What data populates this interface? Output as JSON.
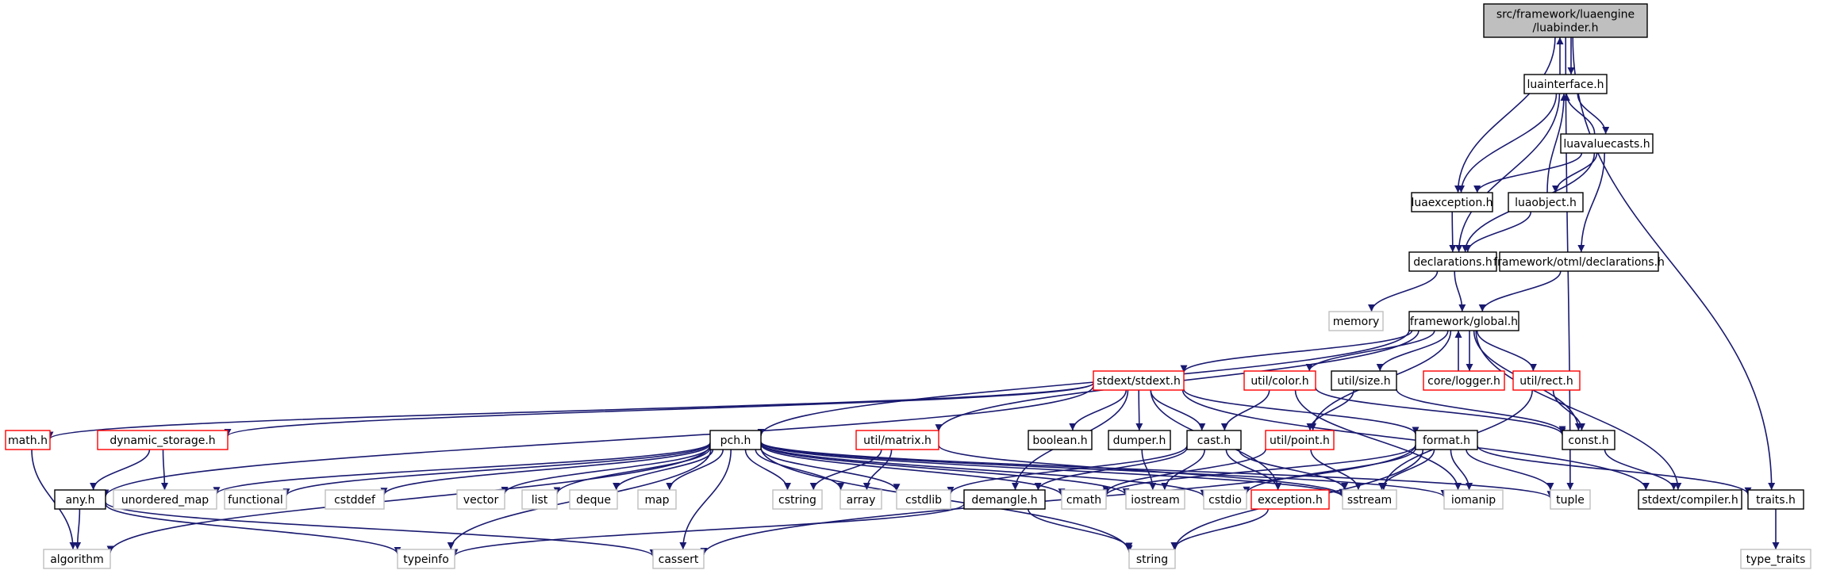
{
  "colors": {
    "edge": "#191970",
    "normal_border": "#000000",
    "truncated_border": "#ff0000",
    "external_border": "#bfbfbf",
    "root_fill": "#bfbfbf",
    "text": "#000000",
    "external_text": "#000000"
  },
  "nodes": [
    {
      "id": "luabinder",
      "lines": [
        "src/framework/luaengine",
        "/luabinder.h"
      ],
      "kind": "root"
    },
    {
      "id": "luainterface",
      "lines": [
        "luainterface.h"
      ],
      "kind": "normal"
    },
    {
      "id": "luavaluecasts",
      "lines": [
        "luavaluecasts.h"
      ],
      "kind": "normal"
    },
    {
      "id": "luaexception",
      "lines": [
        "luaexception.h"
      ],
      "kind": "normal"
    },
    {
      "id": "luaobject",
      "lines": [
        "luaobject.h"
      ],
      "kind": "normal"
    },
    {
      "id": "declarations",
      "lines": [
        "declarations.h"
      ],
      "kind": "normal"
    },
    {
      "id": "otmldecl",
      "lines": [
        "framework/otml/declarations.h"
      ],
      "kind": "normal"
    },
    {
      "id": "memory",
      "lines": [
        "memory"
      ],
      "kind": "external"
    },
    {
      "id": "global",
      "lines": [
        "framework/global.h"
      ],
      "kind": "normal"
    },
    {
      "id": "stdext",
      "lines": [
        "stdext/stdext.h"
      ],
      "kind": "truncated"
    },
    {
      "id": "color",
      "lines": [
        "util/color.h"
      ],
      "kind": "truncated"
    },
    {
      "id": "size",
      "lines": [
        "util/size.h"
      ],
      "kind": "normal"
    },
    {
      "id": "logger",
      "lines": [
        "core/logger.h"
      ],
      "kind": "truncated"
    },
    {
      "id": "rect",
      "lines": [
        "util/rect.h"
      ],
      "kind": "truncated"
    },
    {
      "id": "math",
      "lines": [
        "math.h"
      ],
      "kind": "truncated"
    },
    {
      "id": "dynstorage",
      "lines": [
        "dynamic_storage.h"
      ],
      "kind": "truncated"
    },
    {
      "id": "pch",
      "lines": [
        "pch.h"
      ],
      "kind": "normal"
    },
    {
      "id": "matrix",
      "lines": [
        "util/matrix.h"
      ],
      "kind": "truncated"
    },
    {
      "id": "boolean",
      "lines": [
        "boolean.h"
      ],
      "kind": "normal"
    },
    {
      "id": "dumper",
      "lines": [
        "dumper.h"
      ],
      "kind": "normal"
    },
    {
      "id": "cast",
      "lines": [
        "cast.h"
      ],
      "kind": "normal"
    },
    {
      "id": "point",
      "lines": [
        "util/point.h"
      ],
      "kind": "truncated"
    },
    {
      "id": "format",
      "lines": [
        "format.h"
      ],
      "kind": "normal"
    },
    {
      "id": "const",
      "lines": [
        "const.h"
      ],
      "kind": "normal"
    },
    {
      "id": "any",
      "lines": [
        "any.h"
      ],
      "kind": "normal"
    },
    {
      "id": "unordered_map",
      "lines": [
        "unordered_map"
      ],
      "kind": "external"
    },
    {
      "id": "functional",
      "lines": [
        "functional"
      ],
      "kind": "external"
    },
    {
      "id": "cstddef",
      "lines": [
        "cstddef"
      ],
      "kind": "external"
    },
    {
      "id": "vector",
      "lines": [
        "vector"
      ],
      "kind": "external"
    },
    {
      "id": "list",
      "lines": [
        "list"
      ],
      "kind": "external"
    },
    {
      "id": "deque",
      "lines": [
        "deque"
      ],
      "kind": "external"
    },
    {
      "id": "map",
      "lines": [
        "map"
      ],
      "kind": "external"
    },
    {
      "id": "cstring",
      "lines": [
        "cstring"
      ],
      "kind": "external"
    },
    {
      "id": "array",
      "lines": [
        "array"
      ],
      "kind": "external"
    },
    {
      "id": "cstdlib",
      "lines": [
        "cstdlib"
      ],
      "kind": "external"
    },
    {
      "id": "demangle",
      "lines": [
        "demangle.h"
      ],
      "kind": "normal"
    },
    {
      "id": "cmath",
      "lines": [
        "cmath"
      ],
      "kind": "external"
    },
    {
      "id": "iostream",
      "lines": [
        "iostream"
      ],
      "kind": "external"
    },
    {
      "id": "cstdio",
      "lines": [
        "cstdio"
      ],
      "kind": "external"
    },
    {
      "id": "exception",
      "lines": [
        "exception.h"
      ],
      "kind": "truncated"
    },
    {
      "id": "sstream",
      "lines": [
        "sstream"
      ],
      "kind": "external"
    },
    {
      "id": "iomanip",
      "lines": [
        "iomanip"
      ],
      "kind": "external"
    },
    {
      "id": "tuple",
      "lines": [
        "tuple"
      ],
      "kind": "external"
    },
    {
      "id": "compiler",
      "lines": [
        "stdext/compiler.h"
      ],
      "kind": "normal"
    },
    {
      "id": "traits",
      "lines": [
        "traits.h"
      ],
      "kind": "normal"
    },
    {
      "id": "algorithm",
      "lines": [
        "algorithm"
      ],
      "kind": "external"
    },
    {
      "id": "typeinfo",
      "lines": [
        "typeinfo"
      ],
      "kind": "external"
    },
    {
      "id": "cassert",
      "lines": [
        "cassert"
      ],
      "kind": "external"
    },
    {
      "id": "string",
      "lines": [
        "string"
      ],
      "kind": "external"
    },
    {
      "id": "type_traits",
      "lines": [
        "type_traits"
      ],
      "kind": "external"
    }
  ],
  "edges": [
    [
      "luabinder",
      "luainterface"
    ],
    [
      "luabinder",
      "luaexception"
    ],
    [
      "luabinder",
      "tuple"
    ],
    [
      "luabinder",
      "traits"
    ],
    [
      "luainterface",
      "luabinder"
    ],
    [
      "luainterface",
      "luavaluecasts"
    ],
    [
      "luainterface",
      "luaexception"
    ],
    [
      "luainterface",
      "declarations"
    ],
    [
      "luavaluecasts",
      "luainterface"
    ],
    [
      "luavaluecasts",
      "luaexception"
    ],
    [
      "luavaluecasts",
      "luaobject"
    ],
    [
      "luavaluecasts",
      "declarations"
    ],
    [
      "luavaluecasts",
      "otmldecl"
    ],
    [
      "luaobject",
      "luainterface"
    ],
    [
      "luaobject",
      "declarations"
    ],
    [
      "luaexception",
      "declarations"
    ],
    [
      "declarations",
      "memory"
    ],
    [
      "declarations",
      "global"
    ],
    [
      "otmldecl",
      "global"
    ],
    [
      "global",
      "stdext"
    ],
    [
      "global",
      "color"
    ],
    [
      "global",
      "size"
    ],
    [
      "global",
      "logger"
    ],
    [
      "global",
      "rect"
    ],
    [
      "global",
      "pch"
    ],
    [
      "global",
      "matrix"
    ],
    [
      "global",
      "point"
    ],
    [
      "global",
      "const"
    ],
    [
      "global",
      "compiler"
    ],
    [
      "logger",
      "global"
    ],
    [
      "stdext",
      "math"
    ],
    [
      "stdext",
      "dynstorage"
    ],
    [
      "stdext",
      "any"
    ],
    [
      "stdext",
      "boolean"
    ],
    [
      "stdext",
      "dumper"
    ],
    [
      "stdext",
      "cast"
    ],
    [
      "stdext",
      "format"
    ],
    [
      "stdext",
      "demangle"
    ],
    [
      "stdext",
      "exception"
    ],
    [
      "stdext",
      "compiler"
    ],
    [
      "color",
      "cast"
    ],
    [
      "color",
      "const"
    ],
    [
      "color",
      "iomanip"
    ],
    [
      "size",
      "point"
    ],
    [
      "size",
      "const"
    ],
    [
      "rect",
      "const"
    ],
    [
      "rect",
      "sstream"
    ],
    [
      "math",
      "algorithm"
    ],
    [
      "dynstorage",
      "any"
    ],
    [
      "dynstorage",
      "unordered_map"
    ],
    [
      "pch",
      "unordered_map"
    ],
    [
      "pch",
      "functional"
    ],
    [
      "pch",
      "cstddef"
    ],
    [
      "pch",
      "vector"
    ],
    [
      "pch",
      "list"
    ],
    [
      "pch",
      "deque"
    ],
    [
      "pch",
      "map"
    ],
    [
      "pch",
      "cstring"
    ],
    [
      "pch",
      "array"
    ],
    [
      "pch",
      "cstdlib"
    ],
    [
      "pch",
      "cmath"
    ],
    [
      "pch",
      "iostream"
    ],
    [
      "pch",
      "cstdio"
    ],
    [
      "pch",
      "sstream"
    ],
    [
      "pch",
      "iomanip"
    ],
    [
      "pch",
      "tuple"
    ],
    [
      "pch",
      "algorithm"
    ],
    [
      "pch",
      "typeinfo"
    ],
    [
      "pch",
      "cassert"
    ],
    [
      "pch",
      "string"
    ],
    [
      "matrix",
      "cstring"
    ],
    [
      "matrix",
      "array"
    ],
    [
      "matrix",
      "sstream"
    ],
    [
      "dumper",
      "iostream"
    ],
    [
      "cast",
      "demangle"
    ],
    [
      "cast",
      "exception"
    ],
    [
      "cast",
      "iostream"
    ],
    [
      "cast",
      "sstream"
    ],
    [
      "cast",
      "cstdlib"
    ],
    [
      "point",
      "cmath"
    ],
    [
      "point",
      "sstream"
    ],
    [
      "format",
      "cstdio"
    ],
    [
      "format",
      "sstream"
    ],
    [
      "format",
      "iomanip"
    ],
    [
      "format",
      "tuple"
    ],
    [
      "format",
      "traits"
    ],
    [
      "format",
      "cmath"
    ],
    [
      "format",
      "string"
    ],
    [
      "format",
      "cassert"
    ],
    [
      "const",
      "compiler"
    ],
    [
      "any",
      "algorithm"
    ],
    [
      "any",
      "typeinfo"
    ],
    [
      "any",
      "cassert"
    ],
    [
      "demangle",
      "typeinfo"
    ],
    [
      "demangle",
      "string"
    ],
    [
      "exception",
      "string"
    ],
    [
      "traits",
      "type_traits"
    ]
  ]
}
